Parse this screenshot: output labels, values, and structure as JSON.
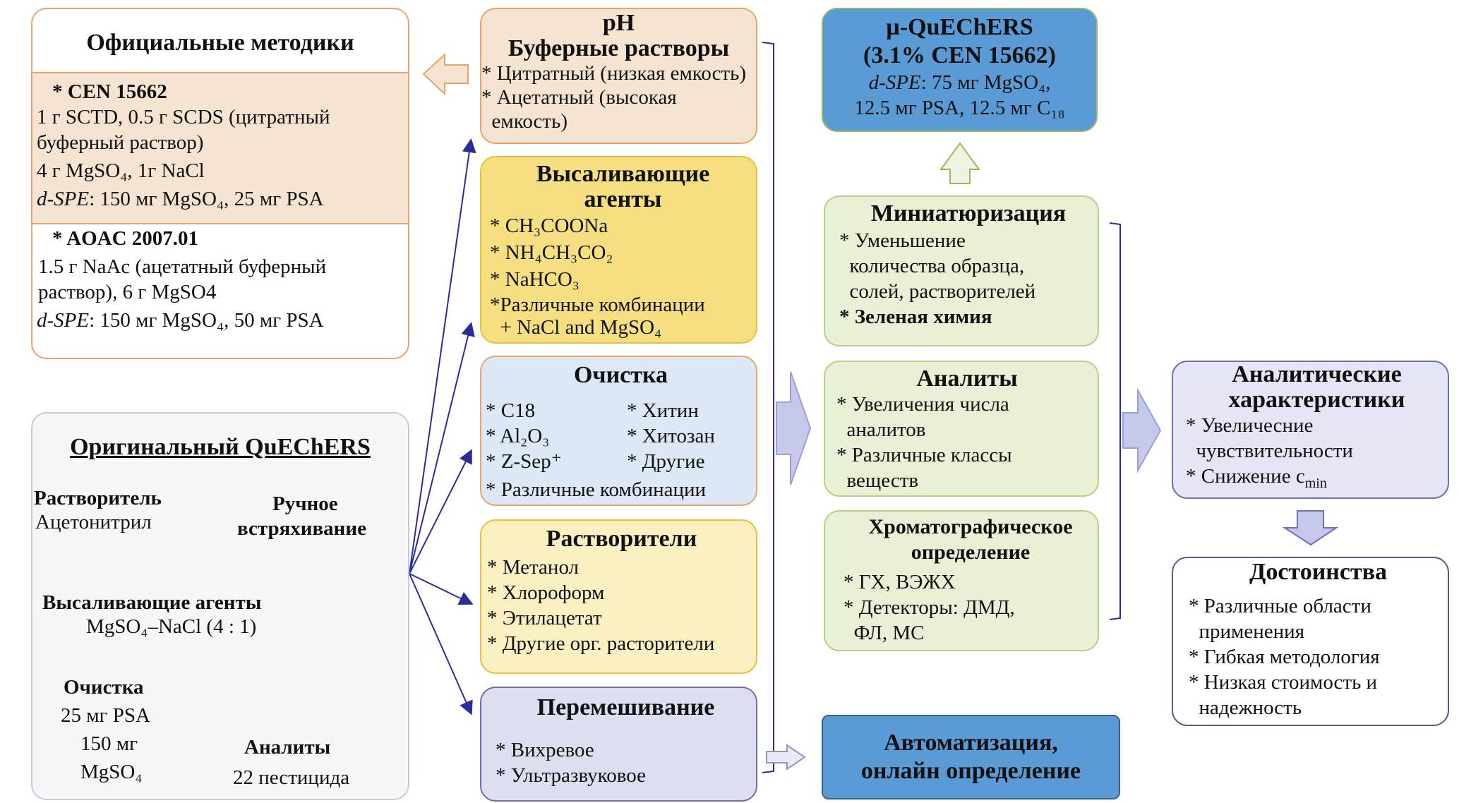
{
  "official": {
    "title": "Официальные методики",
    "cen_title": "* CEN 15662",
    "cen_lines": [
      "1 г SCTD, 0.5 г SCDS (цитратный",
      "буферный раствор)",
      "4 г MgSO₄, 1г  NaCl"
    ],
    "cen_dspe_label": "d-SPE",
    "cen_dspe_text": ": 150 мг MgSO₄, 25 мг  PSA",
    "aoac_title": "* AOAC 2007.01",
    "aoac_lines": [
      "1.5 г NaAc (ацетатный буферный",
      "раствор), 6 г MgSO4"
    ],
    "aoac_dspe_label": "d-SPE",
    "aoac_dspe_text": ": 150 мг MgSO₄, 50 мг PSA"
  },
  "original": {
    "title": "Оригинальный QuEChERS",
    "solvent_label": "Растворитель",
    "solvent_value": "Ацетонитрил",
    "shaking_1": "Ручное",
    "shaking_2": "встряхивание",
    "salting_label": "Высаливающие агенты",
    "salting_value": "MgSO₄–NaCl (4 : 1)",
    "cleanup_label": "Очистка",
    "cleanup_lines": [
      "25 мг  PSA",
      "150 мг",
      "MgSO₄"
    ],
    "analytes_label": "Аналиты",
    "analytes_value": "22 пестицида"
  },
  "ph": {
    "title_1": "pH",
    "title_2": "Буферные растворы",
    "items": [
      "* Цитратный (низкая емкость)",
      "* Ацетатный (высокая",
      "  емкость)"
    ]
  },
  "salting": {
    "title_1": "Высаливающие",
    "title_2": "агенты",
    "items": [
      "* CH₃COONa",
      "* NH₄CH₃CO₂",
      "* NaHCO₃",
      "*Различные комбинации",
      "  + NaCl and MgSO₄"
    ]
  },
  "cleanup": {
    "title": "Очистка",
    "left": [
      "* C18",
      "* Al₂O₃",
      "* Z-Sep⁺"
    ],
    "right": [
      "* Хитин",
      "* Хитозан",
      "* Другие"
    ],
    "bottom": "* Различные комбинации"
  },
  "solvents": {
    "title": "Растворители",
    "items": [
      "* Метанол",
      "* Хлороформ",
      "* Этилацетат",
      "* Другие орг. расторители"
    ]
  },
  "mixing": {
    "title": "Перемешивание",
    "items": [
      "* Вихревое",
      "* Ультразвуковое"
    ]
  },
  "micro": {
    "title_1": "µ-QuEChERS",
    "title_2": "(3.1% CEN 15662)",
    "dspe_label": "d-SPE",
    "dspe_text": ": 75 мг  MgSO₄,",
    "line_4": "12.5  мг PSA, 12.5 мг  C₁₈"
  },
  "mini": {
    "title": "Миниатюризация",
    "items": [
      "* Уменьшение",
      "  количества образца,",
      "  солей, растворителей"
    ],
    "bold_item": "* Зеленая химия"
  },
  "analytes": {
    "title": "Аналиты",
    "items": [
      "* Увеличения числа",
      "  аналитов",
      "* Различные классы",
      "  веществ"
    ]
  },
  "chrom": {
    "title_1": "Хроматографическое",
    "title_2": "определение",
    "items": [
      "* ГХ, ВЭЖХ",
      "* Детекторы: ДМД,",
      "  ФЛ, МС"
    ]
  },
  "automation": {
    "title_1": "Автоматизация,",
    "title_2": "онлайн определение"
  },
  "analytical": {
    "title_1": "Аналитические",
    "title_2": "характеристики",
    "items": [
      "* Увеличесние",
      "  чувствительности"
    ],
    "last_item": "* Снижение c",
    "last_sub": "min"
  },
  "advantages": {
    "title": "Достоинства",
    "items": [
      "* Различные области",
      "  применения",
      "* Гибкая методология",
      "* Низкая стоимость и",
      "  надежность"
    ]
  },
  "colors": {
    "tan": "#f6e4d2",
    "tan_border": "#e9a46b",
    "yellow": "#f5df80",
    "yellow_border": "#e8c23a",
    "light_blue": "#dce8f6",
    "light_yellow": "#fbf0c2",
    "lavender": "#dcdff0",
    "blue": "#5b9bd5",
    "green": "#e8f0d6",
    "green_border": "#b8cf84",
    "arrow": "#2b2b9a"
  }
}
